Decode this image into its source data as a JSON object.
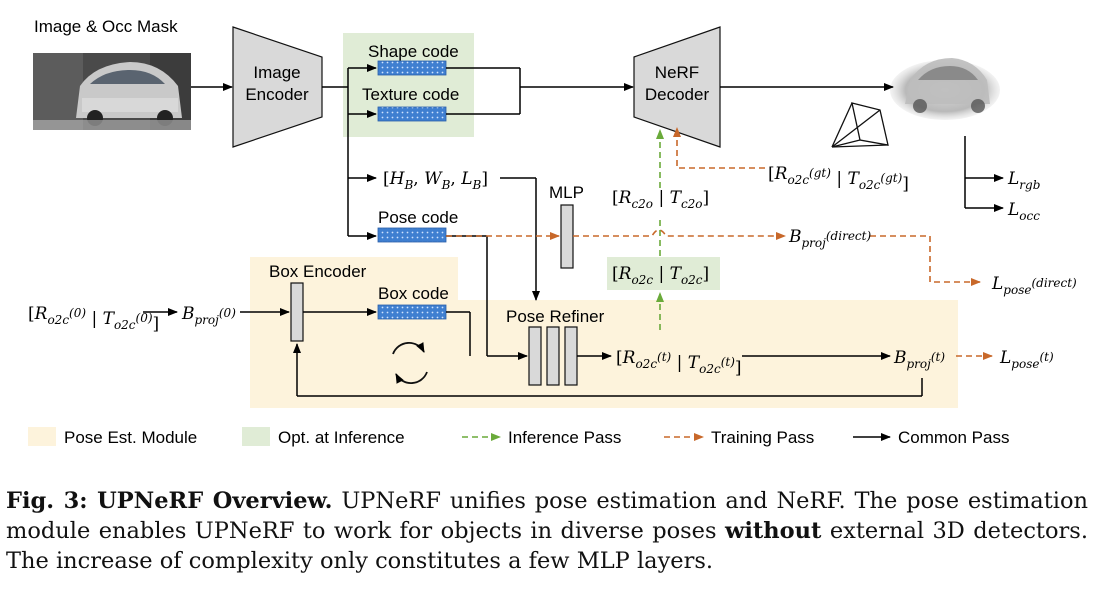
{
  "diagram": {
    "nodes": {
      "input_label": "Image & Occ Mask",
      "image_encoder": [
        "Image",
        "Encoder"
      ],
      "shape_code": "Shape code",
      "texture_code": "Texture code",
      "nerf_decoder": [
        "NeRF",
        "Decoder"
      ],
      "pose_code": "Pose code",
      "mlp": "MLP",
      "box_encoder": "Box Encoder",
      "box_code": "Box code",
      "pose_refiner": "Pose Refiner"
    },
    "math": {
      "hwl": "[H_B, W_B, L_B]",
      "gt_pose": "[R_{o2c}^{(gt)} | T_{o2c}^{(gt)}]",
      "c2o_pose": "[R_{c2o} | T_{c2o}]",
      "o2c_pose": "[R_{o2c} | T_{o2c}]",
      "init_pose": "[R_{o2c}^{(0)} | T_{o2c}^{(0)}]",
      "init_bbox": "B_{proj}^{(0)}",
      "direct_bbox": "B_{proj}^{(direct)}",
      "refined_pose": "[R_{o2c}^{(t)} | T_{o2c}^{(t)}]",
      "refined_bbox": "B_{proj}^{(t)}",
      "loss_rgb": "L_{rgb}",
      "loss_occ": "L_{occ}",
      "loss_direct": "L_{pose}^{(direct)}",
      "loss_refined": "L_{pose}^{(t)}"
    },
    "legend": [
      {
        "label": "Pose Est. Module",
        "color": "#fdf3dc"
      },
      {
        "label": "Opt. at Inference",
        "color": "#e0ecd6"
      },
      {
        "label": "Inference Pass",
        "color": "#6aaa3a"
      },
      {
        "label": "Training Pass",
        "color": "#c8682a"
      },
      {
        "label": "Common Pass",
        "color": "#000000"
      }
    ]
  },
  "caption": {
    "fig_label": "Fig. 3: UPNeRF Overview.",
    "text_1": "UPNeRF unifies pose estimation and NeRF. The pose estimation module enables UPNeRF to work for objects in diverse poses",
    "bold_2": "without",
    "text_3": "external 3D detectors. The increase of complexity only constitutes a few MLP layers."
  }
}
